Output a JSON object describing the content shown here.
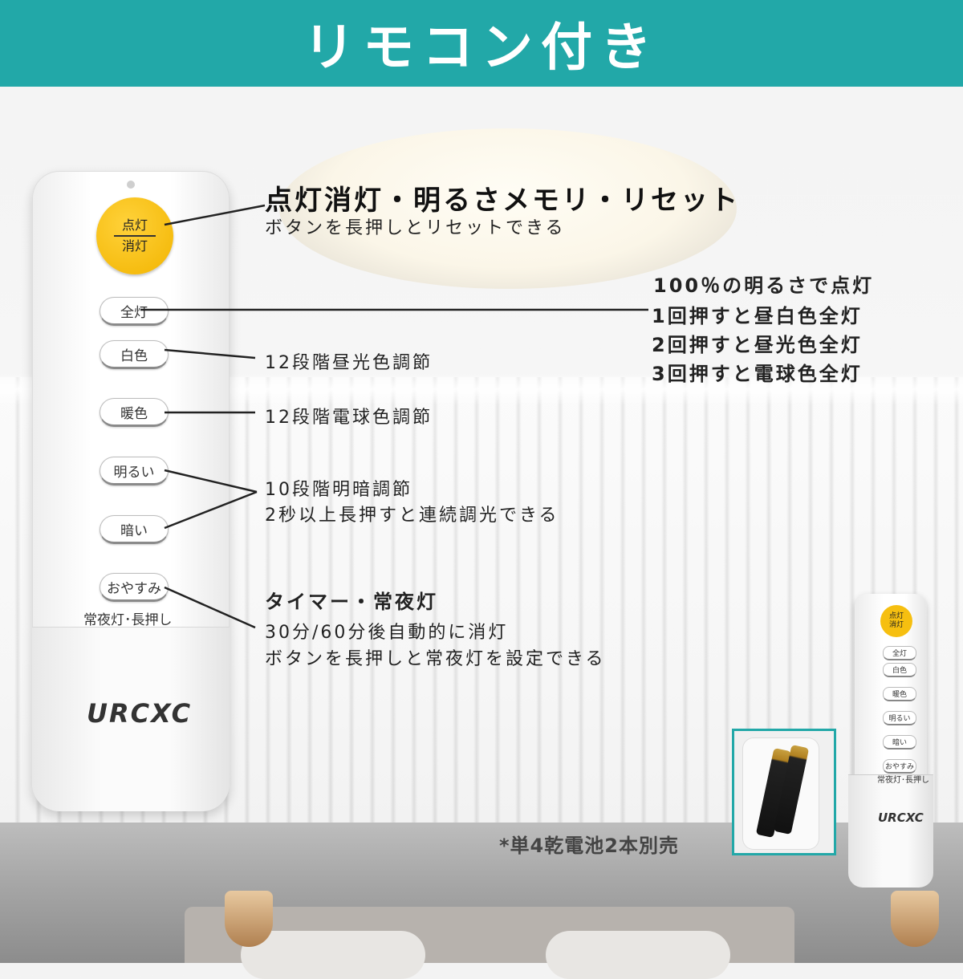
{
  "banner": {
    "title": "リモコン付き"
  },
  "remote": {
    "power": {
      "top": "点灯",
      "bottom": "消灯"
    },
    "buttons": [
      "全灯",
      "白色",
      "暖色",
      "明るい",
      "暗い",
      "おやすみ"
    ],
    "hint": "常夜灯･長押し",
    "brand": "URCXC"
  },
  "annotations": {
    "power": {
      "title": "点灯消灯・明るさメモリ・リセット",
      "desc": "ボタンを長押しとリセットできる"
    },
    "full": {
      "title": "100％の明るさで点灯",
      "lines": [
        "1回押すと昼白色全灯",
        "2回押すと昼光色全灯",
        "3回押すと電球色全灯"
      ]
    },
    "white": "12段階昼光色調節",
    "warm": "12段階電球色調節",
    "brightness": {
      "line1": "10段階明暗調節",
      "line2": "2秒以上長押すと連続調光できる"
    },
    "timer": {
      "title": "タイマー・常夜灯",
      "line1": "30分/60分後自動的に消灯",
      "line2": "ボタンを長押しと常夜灯を設定できる"
    }
  },
  "battery_note": "*単4乾電池2本別売",
  "mini_remote": {
    "power": {
      "top": "点灯",
      "bottom": "消灯"
    },
    "buttons": [
      "全灯",
      "白色",
      "暖色",
      "明るい",
      "暗い",
      "おやすみ"
    ],
    "hint": "常夜灯･長押し",
    "brand": "URCXC"
  },
  "colors": {
    "banner": "#22a8a8",
    "power_button": "#f2b400"
  }
}
